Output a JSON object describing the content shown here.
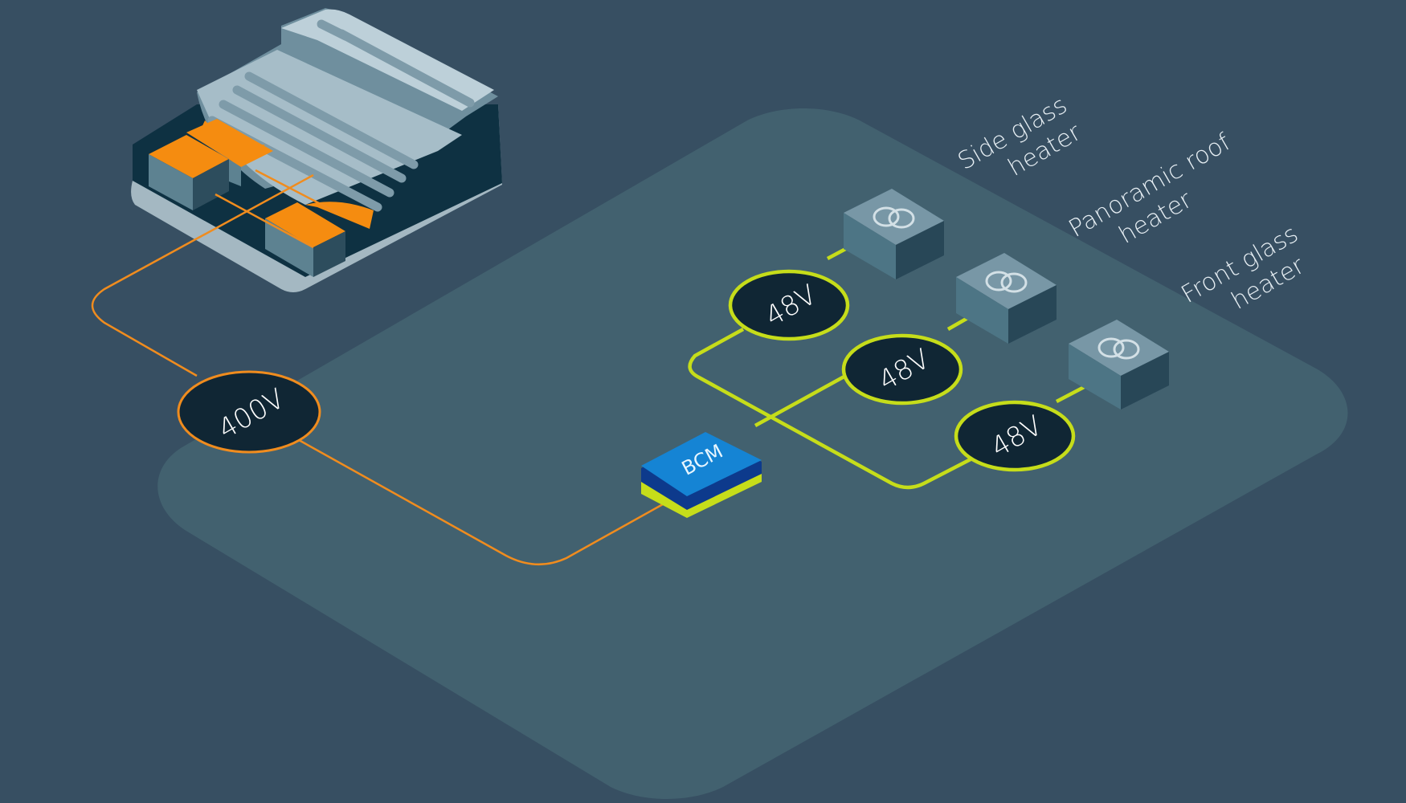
{
  "colors": {
    "background": "#374f62",
    "platform": "#42616f",
    "high_voltage_line": "#f08c1e",
    "low_voltage_line": "#c6dd1a",
    "node_fill": "#102634",
    "bcm_top": "#1584d4",
    "heater_box": "#4d7585"
  },
  "source": {
    "voltage": "400V"
  },
  "controller": {
    "label": "BCM"
  },
  "branches": [
    {
      "voltage": "48V",
      "heater_line1": "Side glass",
      "heater_line2": "heater"
    },
    {
      "voltage": "48V",
      "heater_line1": "Panoramic roof",
      "heater_line2": "heater"
    },
    {
      "voltage": "48V",
      "heater_line1": "Front glass",
      "heater_line2": "heater"
    }
  ],
  "icons": {
    "battery": "battery-pack-icon",
    "heater": "heater-coil-icon"
  }
}
